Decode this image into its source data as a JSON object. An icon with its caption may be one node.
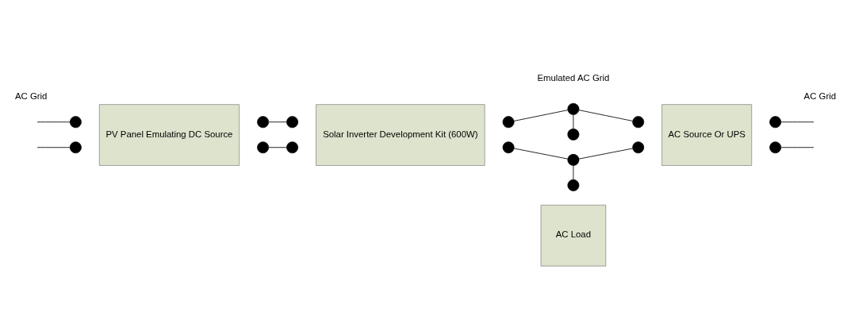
{
  "diagram": {
    "nodes": [
      {
        "text": [
          "AC Load"
        ]
      },
      {
        "text": [],
        "shape": "circle"
      },
      {
        "text": [],
        "shape": "circle"
      },
      {
        "text": [
          "PV Panel Emulating DC Source"
        ]
      },
      {
        "text": [],
        "shape": "circle"
      },
      {
        "text": [],
        "shape": "circle"
      },
      {
        "text": [],
        "shape": "circle"
      },
      {
        "text": [],
        "shape": "circle"
      },
      {
        "text": [
          "Solar Inverter Development Kit (600W)"
        ]
      },
      {
        "text": [],
        "shape": "circle"
      },
      {
        "text": [],
        "shape": "circle"
      },
      {
        "text": [],
        "shape": "circle"
      },
      {
        "text": [],
        "shape": "circle"
      },
      {
        "text": [],
        "shape": "circle"
      },
      {
        "text": [],
        "shape": "circle"
      },
      {
        "text": [
          "AC Source Or UPS"
        ]
      },
      {
        "text": [],
        "shape": "circle"
      },
      {
        "text": [],
        "shape": "circle"
      },
      {
        "text": [],
        "shape": "circle"
      },
      {
        "text": [],
        "shape": "circle"
      }
    ],
    "edges": [
      {
        "from": null,
        "to": 4,
        "arrow": "none"
      },
      {
        "from": null,
        "to": 5,
        "arrow": "none"
      },
      {
        "from": 6,
        "to": 9,
        "arrow": "none"
      },
      {
        "from": 7,
        "to": 10,
        "arrow": "none"
      },
      {
        "from": 11,
        "to": 13,
        "arrow": "none"
      },
      {
        "from": 13,
        "to": 16,
        "arrow": "none"
      },
      {
        "from": 13,
        "to": 1,
        "arrow": "none"
      },
      {
        "from": 12,
        "to": 14,
        "arrow": "none"
      },
      {
        "from": 14,
        "to": 17,
        "arrow": "none"
      },
      {
        "from": 14,
        "to": 2,
        "arrow": "none"
      },
      {
        "from": 18,
        "to": null,
        "arrow": "none"
      },
      {
        "from": 19,
        "to": null,
        "arrow": "none"
      }
    ],
    "labels": [
      "AC Grid",
      "AC Grid",
      "Emulated AC Grid"
    ]
  }
}
